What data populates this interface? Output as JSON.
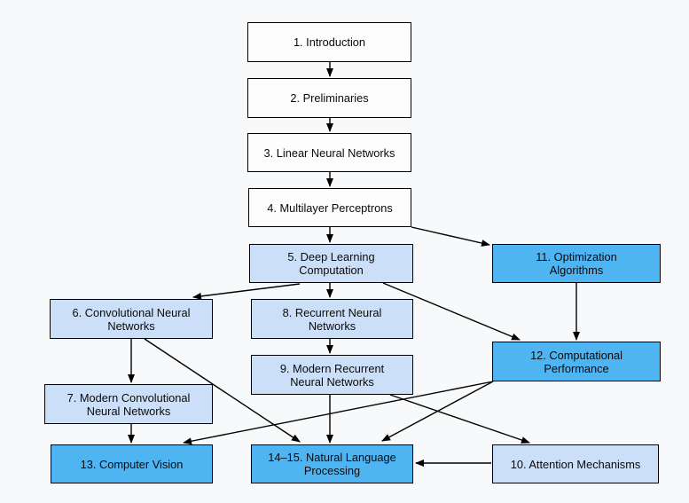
{
  "diagram": {
    "colors": {
      "background": "#f8f9fa",
      "white": "#fdfdfd",
      "light_blue": "#cbe0f8",
      "medium_blue": "#4fb4f2",
      "border": "#000000",
      "arrow": "#000000"
    },
    "nodes": [
      {
        "id": "1",
        "label": "1. Introduction",
        "fill": "white"
      },
      {
        "id": "2",
        "label": "2. Preliminaries",
        "fill": "white"
      },
      {
        "id": "3",
        "label": "3. Linear Neural Networks",
        "fill": "white"
      },
      {
        "id": "4",
        "label": "4. Multilayer Perceptrons",
        "fill": "white"
      },
      {
        "id": "5",
        "label": "5. Deep Learning\nComputation",
        "fill": "light"
      },
      {
        "id": "11",
        "label": "11. Optimization\nAlgorithms",
        "fill": "medium"
      },
      {
        "id": "6",
        "label": "6. Convolutional Neural\nNetworks",
        "fill": "light"
      },
      {
        "id": "8",
        "label": "8. Recurrent Neural\nNetworks",
        "fill": "light"
      },
      {
        "id": "12",
        "label": "12. Computational\nPerformance",
        "fill": "medium"
      },
      {
        "id": "9",
        "label": "9. Modern Recurrent\nNeural Networks",
        "fill": "light"
      },
      {
        "id": "7",
        "label": "7. Modern Convolutional\nNeural Networks",
        "fill": "light"
      },
      {
        "id": "13",
        "label": "13. Computer Vision",
        "fill": "medium"
      },
      {
        "id": "14-15",
        "label": "14–15. Natural Language\nProcessing",
        "fill": "medium"
      },
      {
        "id": "10",
        "label": "10. Attention Mechanisms",
        "fill": "light"
      }
    ],
    "edges": [
      {
        "from": "1",
        "to": "2"
      },
      {
        "from": "2",
        "to": "3"
      },
      {
        "from": "3",
        "to": "4"
      },
      {
        "from": "4",
        "to": "5"
      },
      {
        "from": "4",
        "to": "11"
      },
      {
        "from": "5",
        "to": "6"
      },
      {
        "from": "5",
        "to": "8"
      },
      {
        "from": "5",
        "to": "12"
      },
      {
        "from": "11",
        "to": "12"
      },
      {
        "from": "6",
        "to": "7"
      },
      {
        "from": "6",
        "to": "14-15"
      },
      {
        "from": "7",
        "to": "13"
      },
      {
        "from": "8",
        "to": "9"
      },
      {
        "from": "9",
        "to": "14-15"
      },
      {
        "from": "9",
        "to": "10"
      },
      {
        "from": "12",
        "to": "13"
      },
      {
        "from": "12",
        "to": "14-15"
      },
      {
        "from": "10",
        "to": "14-15"
      }
    ]
  }
}
